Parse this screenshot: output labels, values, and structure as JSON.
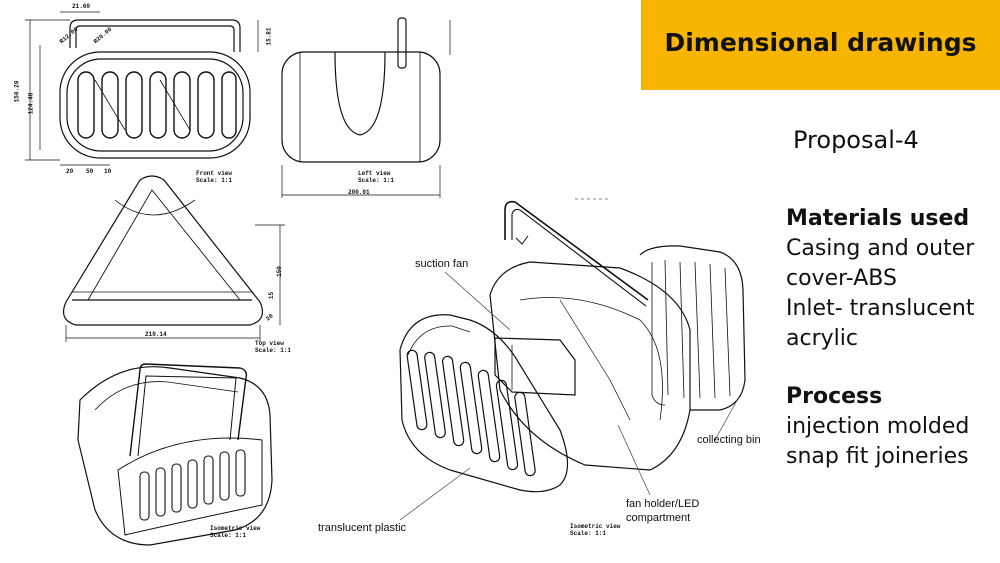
{
  "title": "Dimensional drawings",
  "proposal": "Proposal-4",
  "materials": {
    "heading": "Materials used",
    "lines": [
      "Casing and outer",
      "cover-ABS",
      "Inlet- translucent",
      "acrylic"
    ]
  },
  "process": {
    "heading": "Process",
    "lines": [
      "injection molded",
      "snap fit joineries"
    ]
  },
  "callouts": {
    "suction_fan": "suction fan",
    "collecting_bin": "collecting bin",
    "fan_holder_1": "fan holder/LED",
    "fan_holder_2": "compartment",
    "translucent_plastic": "translucent plastic"
  },
  "view_labels": {
    "front": [
      "Front view",
      "Scale: 1:1"
    ],
    "left": [
      "Left view",
      "Scale: 1:1"
    ],
    "top": [
      "Top view",
      "Scale: 1:1"
    ],
    "iso_left": [
      "Isometric view",
      "Scale: 1:1"
    ],
    "iso_right": [
      "Isometric view",
      "Scale: 1:1"
    ]
  },
  "dimensions": {
    "front_top": "21.60",
    "front_r1": "R20.00",
    "front_r2": "R12.00",
    "front_height": "150.29",
    "front_inner": "124.48",
    "front_b1": "20",
    "front_b2": "50",
    "front_b3": "10",
    "front_side": "15.81",
    "left_width": "200.01",
    "top_width": "210.14",
    "top_h1": "150",
    "top_h2": "15",
    "top_h3": "20"
  }
}
